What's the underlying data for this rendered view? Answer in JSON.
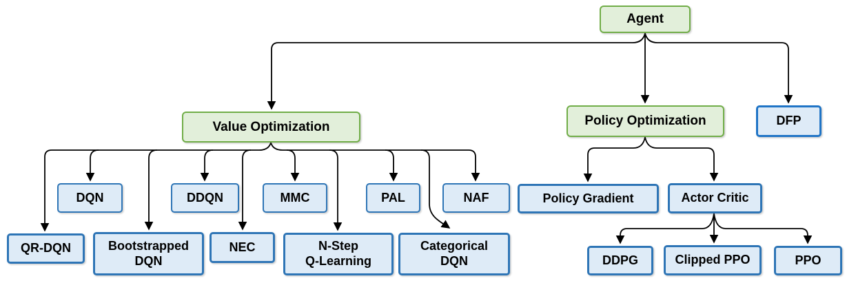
{
  "diagram": {
    "type": "tree-flowchart",
    "subject": "Reinforcement learning agent algorithm taxonomy",
    "nodes": {
      "agent": {
        "label": "Agent"
      },
      "value_optimization": {
        "label": "Value Optimization"
      },
      "policy_optimization": {
        "label": "Policy Optimization"
      },
      "dfp": {
        "label": "DFP"
      },
      "dqn": {
        "label": "DQN"
      },
      "ddqn": {
        "label": "DDQN"
      },
      "mmc": {
        "label": "MMC"
      },
      "pal": {
        "label": "PAL"
      },
      "naf": {
        "label": "NAF"
      },
      "qr_dqn": {
        "label": "QR-DQN"
      },
      "bootstrapped_dqn": {
        "label": "Bootstrapped\nDQN"
      },
      "nec": {
        "label": "NEC"
      },
      "n_step_q_learning": {
        "label": "N-Step\nQ-Learning"
      },
      "categorical_dqn": {
        "label": "Categorical\nDQN"
      },
      "policy_gradient": {
        "label": "Policy Gradient"
      },
      "actor_critic": {
        "label": "Actor Critic"
      },
      "ddpg": {
        "label": "DDPG"
      },
      "clipped_ppo": {
        "label": "Clipped PPO"
      },
      "ppo": {
        "label": "PPO"
      }
    },
    "edges": [
      {
        "from": "Agent",
        "to": "Value Optimization"
      },
      {
        "from": "Agent",
        "to": "Policy Optimization"
      },
      {
        "from": "Agent",
        "to": "DFP"
      },
      {
        "from": "Value Optimization",
        "to": "QR-DQN"
      },
      {
        "from": "Value Optimization",
        "to": "DQN"
      },
      {
        "from": "Value Optimization",
        "to": "Bootstrapped DQN"
      },
      {
        "from": "Value Optimization",
        "to": "DDQN"
      },
      {
        "from": "Value Optimization",
        "to": "NEC"
      },
      {
        "from": "Value Optimization",
        "to": "MMC"
      },
      {
        "from": "Value Optimization",
        "to": "N-Step Q-Learning"
      },
      {
        "from": "Value Optimization",
        "to": "PAL"
      },
      {
        "from": "Value Optimization",
        "to": "Categorical DQN"
      },
      {
        "from": "Value Optimization",
        "to": "NAF"
      },
      {
        "from": "Policy Optimization",
        "to": "Policy Gradient"
      },
      {
        "from": "Policy Optimization",
        "to": "Actor Critic"
      },
      {
        "from": "Actor Critic",
        "to": "DDPG"
      },
      {
        "from": "Actor Critic",
        "to": "Clipped PPO"
      },
      {
        "from": "Actor Critic",
        "to": "PPO"
      }
    ],
    "colors": {
      "green_border": "#70AD47",
      "green_fill": "#E2EFDA",
      "blue_border": "#2E75B6",
      "blue_fill": "#DEEBF7",
      "strong_blue_border": "#1F74C6",
      "line_color": "#000000",
      "text_color": "#000000",
      "background": "#FFFFFF"
    }
  }
}
